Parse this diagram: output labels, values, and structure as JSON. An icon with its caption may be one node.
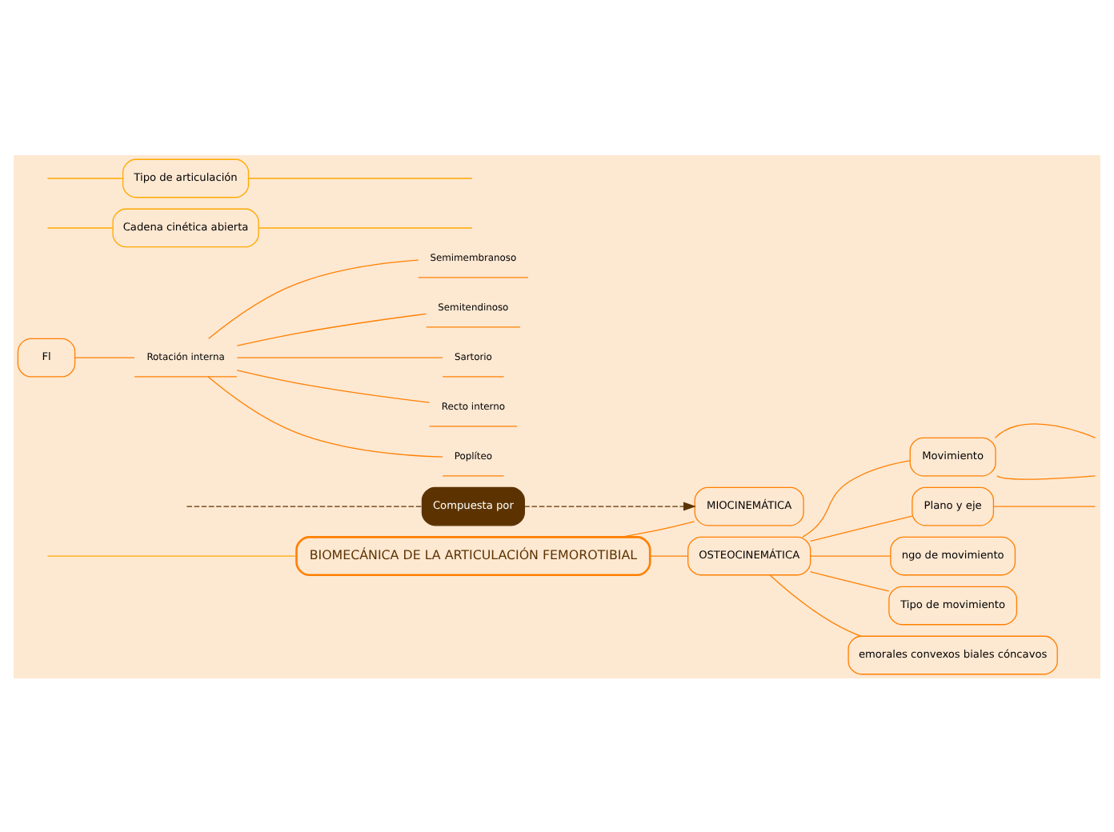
{
  "diagram": {
    "nodes": [
      {
        "text": [
          "BIOMECÁNICA DE LA ARTICULACIÓN FEMOROTIBIAL"
        ]
      },
      {
        "text": [
          "OSTEOCINEMÁTICA"
        ]
      },
      {
        "text": [
          "Movimiento"
        ]
      },
      {
        "text": [
          "Plano y eje"
        ]
      },
      {
        "text": [
          "ngo de movimiento"
        ]
      },
      {
        "text": [
          "Tipo de movimiento"
        ]
      },
      {
        "text": [
          "emorales convexos biales cóncavos"
        ]
      },
      {
        "text": [
          "Compuesta por"
        ]
      },
      {
        "text": [
          "MIOCINEMÁTICA"
        ]
      },
      {
        "text": [
          "Fl"
        ]
      },
      {
        "text": [
          "Rotación interna"
        ]
      },
      {
        "text": [
          "Semimembranoso"
        ]
      },
      {
        "text": [
          "Semitendinoso"
        ]
      },
      {
        "text": [
          "Sartorio"
        ]
      },
      {
        "text": [
          "Recto interno"
        ]
      },
      {
        "text": [
          "Poplíteo"
        ]
      },
      {
        "text": [
          "Cadena cinética abierta"
        ]
      },
      {
        "text": [
          "Tipo de articulación"
        ]
      }
    ],
    "edges": [
      {
        "from": 0,
        "to": 1,
        "arrow": "none"
      },
      {
        "from": 1,
        "to": 2,
        "arrow": "none"
      },
      {
        "from": 1,
        "to": 3,
        "arrow": "none"
      },
      {
        "from": 1,
        "to": 4,
        "arrow": "none"
      },
      {
        "from": 1,
        "to": 5,
        "arrow": "none"
      },
      {
        "from": 1,
        "to": 6,
        "arrow": "none"
      },
      {
        "from": 2,
        "to": null,
        "arrow": "none"
      },
      {
        "from": 2,
        "to": null,
        "arrow": "none"
      },
      {
        "from": 3,
        "to": null,
        "arrow": "none"
      },
      {
        "from": 0,
        "to": 8,
        "arrow": "none"
      },
      {
        "from": null,
        "to": 7,
        "arrow": "none",
        "style": "dashed",
        "color": "#5c3300"
      },
      {
        "from": 7,
        "to": 8,
        "arrow": "to",
        "style": "dashed",
        "color": "#5c3300"
      },
      {
        "from": 9,
        "to": 10,
        "arrow": "none"
      },
      {
        "from": 10,
        "to": 11,
        "arrow": "none"
      },
      {
        "from": 10,
        "to": 12,
        "arrow": "none"
      },
      {
        "from": 10,
        "to": 13,
        "arrow": "none"
      },
      {
        "from": 10,
        "to": 14,
        "arrow": "none"
      },
      {
        "from": 10,
        "to": 15,
        "arrow": "none"
      },
      {
        "from": 0,
        "to": null,
        "arrow": "none",
        "color": "#ffaa00"
      },
      {
        "from": null,
        "to": 16,
        "arrow": "none",
        "color": "#ffaa00"
      },
      {
        "from": null,
        "to": 17,
        "arrow": "none",
        "color": "#ffaa00"
      },
      {
        "from": 16,
        "to": null,
        "arrow": "none",
        "color": "#ffaa00"
      },
      {
        "from": 17,
        "to": null,
        "arrow": "none",
        "color": "#ffaa00"
      }
    ]
  }
}
